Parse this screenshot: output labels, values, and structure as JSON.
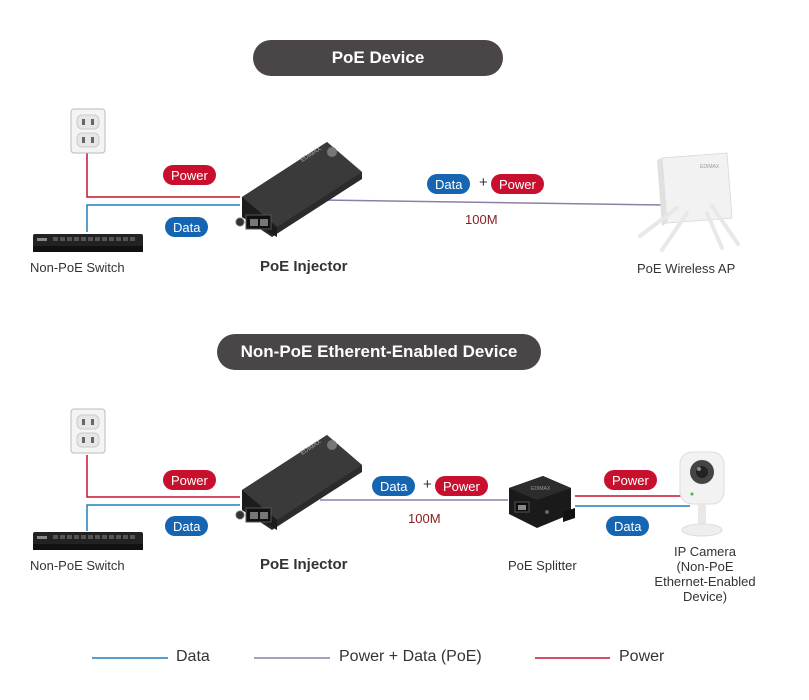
{
  "section1": {
    "title": "PoE Device",
    "power_tag": "Power",
    "data_tag": "Data",
    "combo_data": "Data",
    "combo_plus": "+",
    "combo_power": "Power",
    "speed": "100M",
    "switch_label": "Non-PoE Switch",
    "injector_label": "PoE Injector",
    "ap_label": "PoE Wireless AP"
  },
  "section2": {
    "title": "Non-PoE Etherent-Enabled Device",
    "power_tag": "Power",
    "data_tag": "Data",
    "combo_data": "Data",
    "combo_plus": "+",
    "combo_power": "Power",
    "speed": "100M",
    "right_power_tag": "Power",
    "right_data_tag": "Data",
    "switch_label": "Non-PoE Switch",
    "injector_label": "PoE Injector",
    "splitter_label": "PoE Splitter",
    "camera_label": [
      "IP Camera",
      "(Non-PoE",
      "Ethernet-Enabled",
      "Device)"
    ]
  },
  "legend": {
    "data": "Data",
    "poe": "Power + Data (PoE)",
    "power": "Power"
  },
  "colors": {
    "power": "#c8102e",
    "data": "#1e7fc4",
    "poe": "#8b7fa8",
    "title_bg": "#4a4647"
  },
  "icons": {
    "outlet": "outlet-icon",
    "switch": "switch-icon",
    "injector": "poe-injector-icon",
    "ap": "wireless-ap-icon",
    "splitter": "poe-splitter-icon",
    "camera": "ip-camera-icon"
  }
}
